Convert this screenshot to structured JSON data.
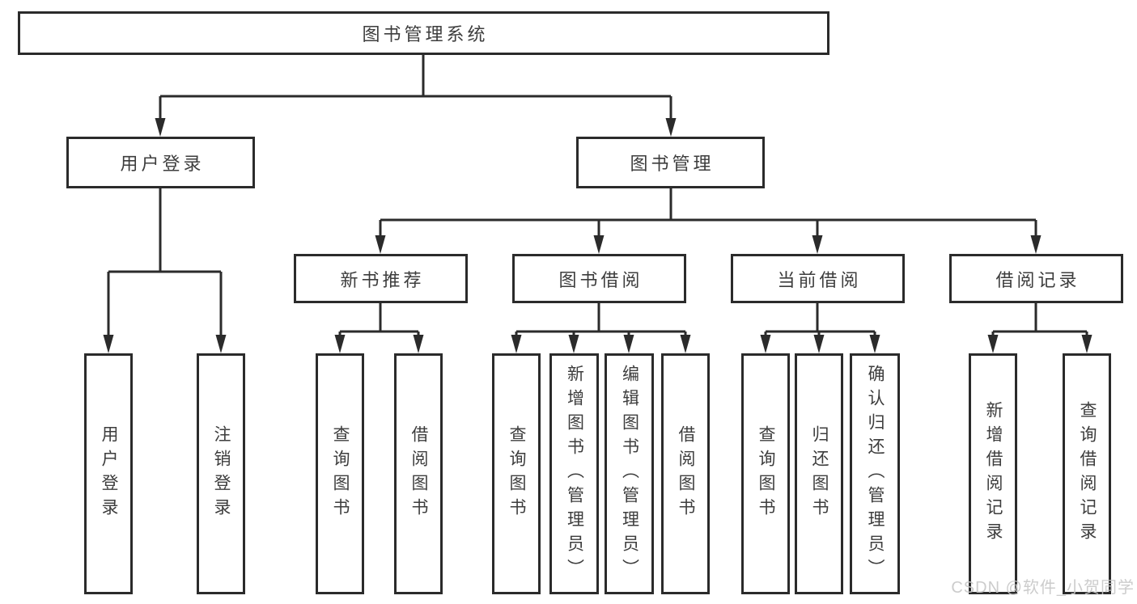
{
  "diagram": {
    "root": {
      "label": "图书管理系统"
    },
    "branches": [
      {
        "label": "用户登录"
      },
      {
        "label": "图书管理"
      }
    ],
    "modules": [
      {
        "label": "新书推荐"
      },
      {
        "label": "图书借阅"
      },
      {
        "label": "当前借阅"
      },
      {
        "label": "借阅记录"
      }
    ],
    "leaves": [
      {
        "label": "用户登录"
      },
      {
        "label": "注销登录"
      },
      {
        "label": "查询图书"
      },
      {
        "label": "借阅图书"
      },
      {
        "label": "查询图书"
      },
      {
        "label": "新增图书（管理员）"
      },
      {
        "label": "编辑图书（管理员）"
      },
      {
        "label": "借阅图书"
      },
      {
        "label": "查询图书"
      },
      {
        "label": "归还图书"
      },
      {
        "label": "确认归还（管理员）"
      },
      {
        "label": "新增借阅记录"
      },
      {
        "label": "查询借阅记录"
      }
    ]
  },
  "watermark": "CSDN @软件_小贺同学",
  "colors": {
    "line": "#2b2b2b",
    "text": "#3d3d3d",
    "background": "#ffffff",
    "watermark": "#c7c7c7"
  }
}
